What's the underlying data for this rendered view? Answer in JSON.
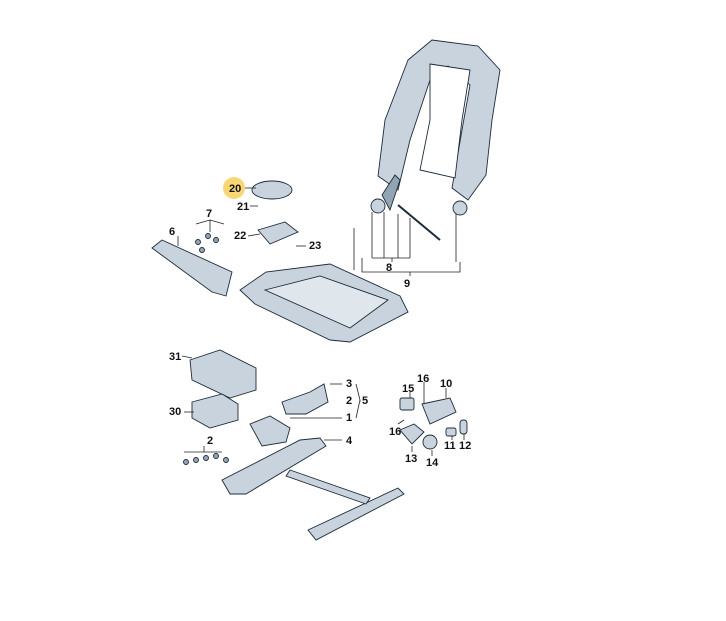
{
  "diagram": {
    "highlight_color": "#f7d774",
    "labels": [
      "20",
      "21",
      "7",
      "6",
      "22",
      "23",
      "8",
      "9",
      "31",
      "3",
      "2",
      "5",
      "30",
      "1",
      "4",
      "2",
      "15",
      "16",
      "10",
      "16",
      "13",
      "14",
      "11",
      "12"
    ],
    "highlighted_label": "20"
  }
}
